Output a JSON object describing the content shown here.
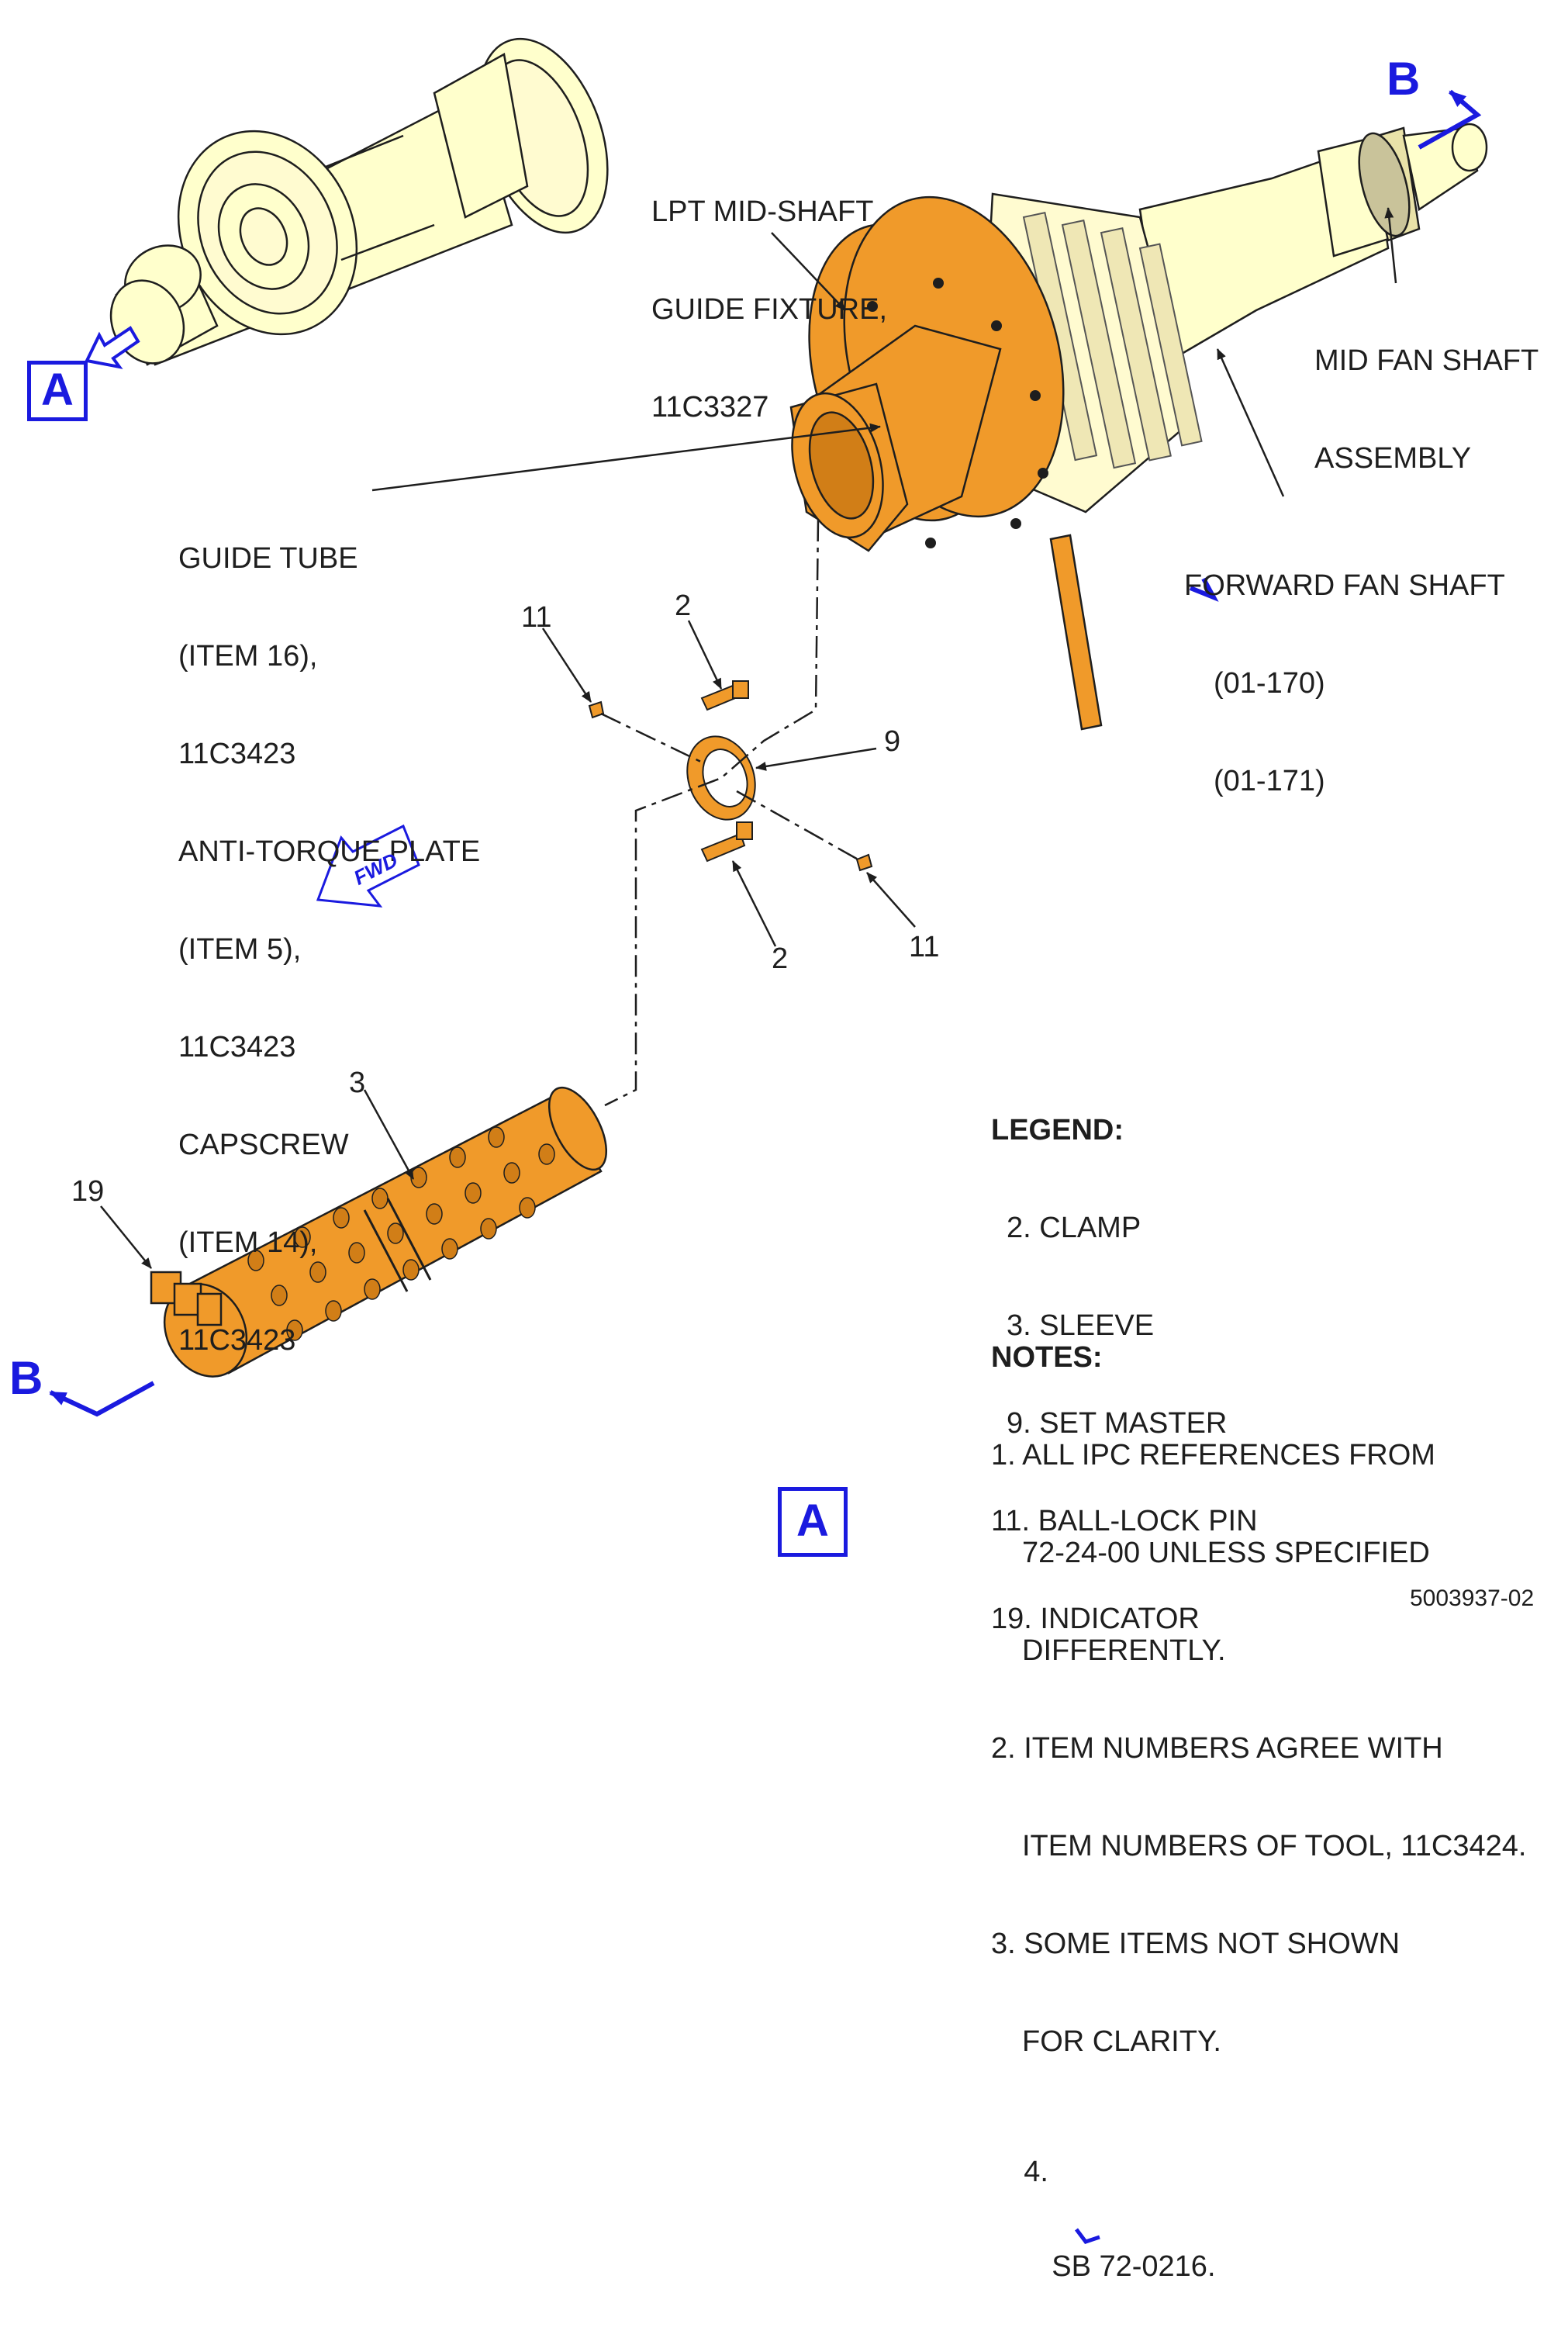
{
  "callouts": {
    "lpt_fixture": [
      "LPT MID-SHAFT",
      "GUIDE FIXTURE,",
      "11C3327"
    ],
    "mid_fan_shaft": [
      "MID FAN SHAFT",
      "ASSEMBLY"
    ],
    "forward_fan_shaft": [
      "FORWARD FAN SHAFT",
      "(01-170)",
      "(01-171)"
    ],
    "guide_tube_group": [
      "GUIDE TUBE",
      "(ITEM 16),",
      "11C3423",
      "ANTI-TORQUE PLATE",
      "(ITEM 5),",
      "11C3423",
      "CAPSCREW",
      "(ITEM 14),",
      "11C3423"
    ]
  },
  "item_numbers": {
    "pin_upper": "11",
    "clamp_upper": "2",
    "set_master": "9",
    "clamp_lower": "2",
    "pin_lower": "11",
    "sleeve": "3",
    "indicator": "19"
  },
  "view_markers": {
    "view_a_top": "A",
    "view_a_bottom": "A",
    "section_b_top": "B",
    "section_b_bottom": "B",
    "fwd_arrow": "FWD"
  },
  "legend": {
    "title": "LEGEND:",
    "items": [
      "2. CLAMP",
      "3. SLEEVE",
      "9. SET MASTER",
      "11. BALL-LOCK PIN",
      "19. INDICATOR"
    ]
  },
  "notes": {
    "title": "NOTES:",
    "note1": [
      "1. ALL IPC REFERENCES FROM",
      "72-24-00 UNLESS SPECIFIED",
      "DIFFERENTLY."
    ],
    "note2": [
      "2. ITEM NUMBERS AGREE WITH",
      "ITEM NUMBERS OF TOOL, 11C3424."
    ],
    "note3": [
      "3. SOME ITEMS NOT SHOWN",
      "FOR CLARITY."
    ],
    "note4_prefix": "4.",
    "note4_text": "SB 72-0216."
  },
  "figure_id": "5003937-02",
  "colors": {
    "tool_orange": "#F09A2A",
    "shaft_cream": "#FFFFCC",
    "marker_blue": "#1A1ADF",
    "line": "#1E1E1E"
  }
}
